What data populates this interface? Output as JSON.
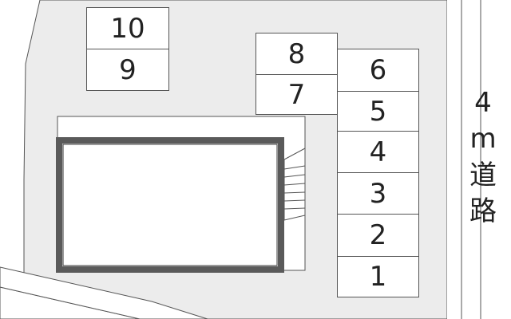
{
  "colors": {
    "background": "#ffffff",
    "lot_fill": "#ececec",
    "outline": "#555555",
    "building_border": "#5a5a5a",
    "building_fill": "#ffffff"
  },
  "parking_spaces": [
    {
      "label": "10"
    },
    {
      "label": "9"
    },
    {
      "label": "8"
    },
    {
      "label": "7"
    },
    {
      "label": "6"
    },
    {
      "label": "5"
    },
    {
      "label": "4"
    },
    {
      "label": "3"
    },
    {
      "label": "2"
    },
    {
      "label": "1"
    }
  ],
  "road": {
    "label_chars": [
      "4",
      "m",
      "道",
      "路"
    ]
  }
}
